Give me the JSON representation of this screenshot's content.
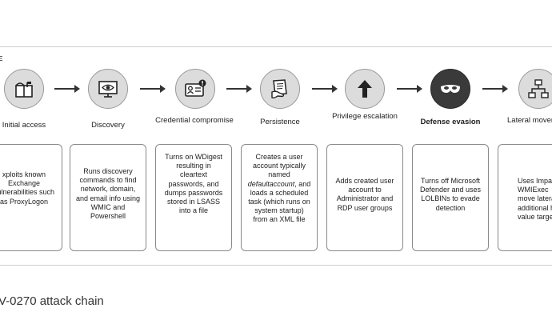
{
  "corner_label": "E",
  "stages": [
    {
      "title": "Initial access",
      "icon": "mailbox-icon",
      "description": "xploits known Exchange vulnerabilities such as ProxyLogon"
    },
    {
      "title": "Discovery",
      "icon": "eye-monitor-icon",
      "description": "Runs discovery commands to find network, domain, and email info using WMIC and Powershell"
    },
    {
      "title": "Credential compromise",
      "icon": "id-card-icon",
      "description": "Turns on WDigest resulting in cleartext passwords, and dumps passwords stored in LSASS into a file"
    },
    {
      "title": "Persistence",
      "icon": "document-hand-icon",
      "description_before": "Creates a user account typically named ",
      "description_italic": "defaultaccount",
      "description_after": ", and loads a scheduled task (which runs on system startup) from an XML file"
    },
    {
      "title": "Privilege escalation",
      "icon": "up-arrow-icon",
      "description": "Adds created user account to Administrator and RDP user groups"
    },
    {
      "title": "Defense evasion",
      "icon": "mask-icon",
      "description": "Turns off Microsoft Defender and uses LOLBINs to evade detection"
    },
    {
      "title": "Lateral movement",
      "icon": "network-nodes-icon",
      "description": "Uses Impack WMIExec move lateral additional h value targe"
    }
  ],
  "caption": "V-0270 attack chain"
}
